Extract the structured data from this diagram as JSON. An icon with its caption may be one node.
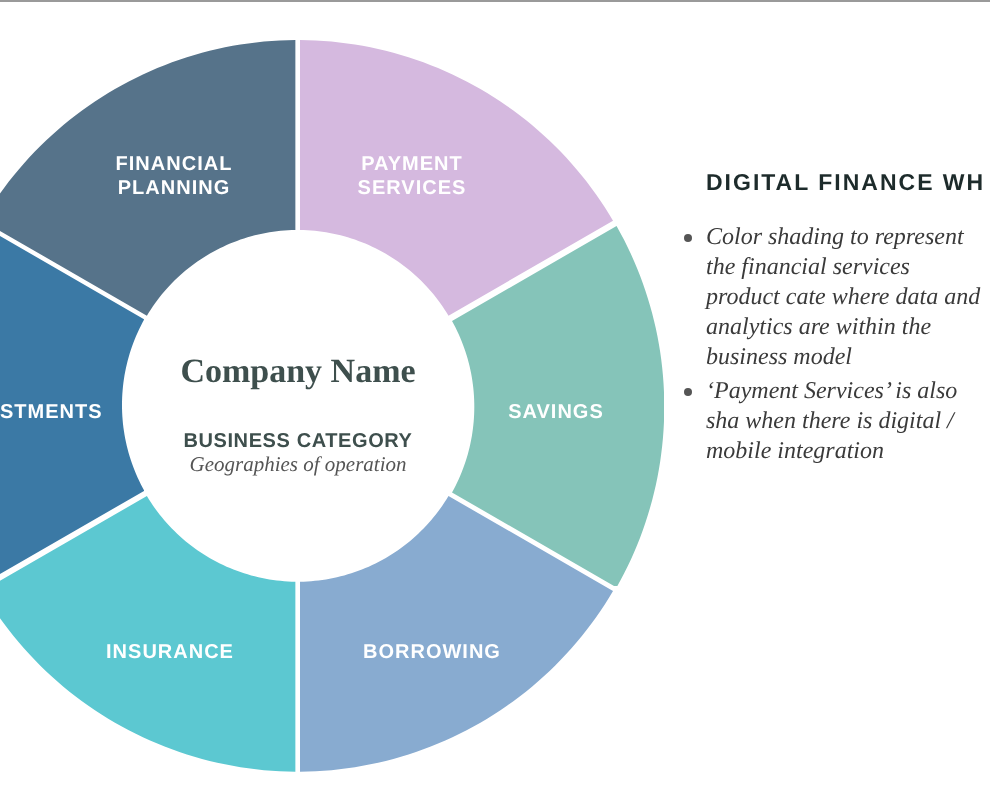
{
  "diagram": {
    "title": "DIGITAL FINANCE WH",
    "nodes": [
      {
        "text": [
          "FINANCIAL PLANNING"
        ]
      },
      {
        "text": [
          "PAYMENT SERVICES"
        ]
      },
      {
        "text": [
          "STMENTS"
        ]
      },
      {
        "text": [
          "Company Name",
          "BUSINESS CATEGORY",
          "Geographies of operation"
        ]
      },
      {
        "text": [
          "SAVINGS"
        ]
      },
      {
        "text": [
          "INSURANCE"
        ]
      },
      {
        "text": [
          "BORROWING"
        ]
      }
    ],
    "labels": [
      "Color shading to represent the financial services product cate where data and analytics are within the business model",
      "‘Payment Services’ is also sha when there is digital / mobile integration"
    ]
  }
}
